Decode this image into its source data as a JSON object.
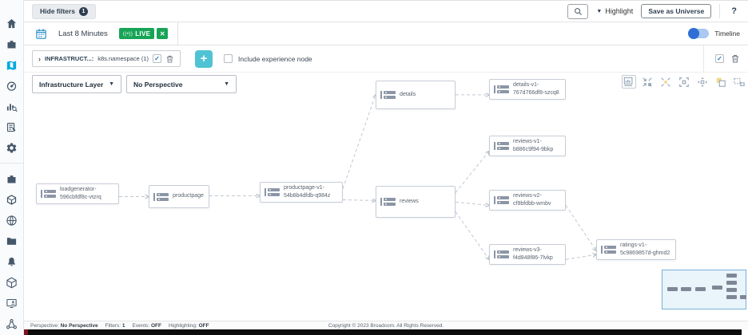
{
  "header": {
    "hide_filters": "Hide filters",
    "filters_badge": "1",
    "highlight": "Highlight",
    "save_as_universe": "Save as Universe",
    "help": "?"
  },
  "timebar": {
    "range": "Last 8 Minutes",
    "live_icon": "((•))",
    "live": "LIVE",
    "live_close": "✕",
    "timeline": "Timeline"
  },
  "filterbar": {
    "chip_expander": "›",
    "chip_label": "INFRASTRUCT...:",
    "chip_value": "k8s.namespace (1)",
    "add": "+",
    "include_experience": "Include experience node"
  },
  "perspective_controls": {
    "layer": "Infrastructure Layer",
    "perspective": "No Perspective",
    "caret": "▼"
  },
  "sidebar": {
    "icons": [
      "home-icon",
      "toolbox-icon",
      "map-icon",
      "gauge-icon",
      "chart-search-icon",
      "report-icon",
      "gear-plus-icon",
      "toolbox-alt-icon",
      "cube-icon",
      "globe-icon",
      "folder-icon",
      "bell-icon",
      "package-icon",
      "console-user-icon",
      "topology-icon"
    ],
    "active_icon": "map-icon"
  },
  "canvas_toolbar": {
    "icons": [
      "overview-chart-icon",
      "collapse-icon",
      "expand-selection-icon",
      "fit-to-screen-icon",
      "pan-icon",
      "layers-icon",
      "minimap-toggle-icon"
    ]
  },
  "graph": {
    "nodes": [
      {
        "line1": "loadgenerator-",
        "line2": "596cbfdf8c-vtzrq"
      },
      {
        "line1": "productpage"
      },
      {
        "line1": "productpage-v1-",
        "line2": "54b8b4dfdb-q984z"
      },
      {
        "line1": "details"
      },
      {
        "line1": "details-v1-",
        "line2": "767d766df8-szcq8"
      },
      {
        "line1": "reviews-v1-",
        "line2": "b886c9f94-9bkp"
      },
      {
        "line1": "reviews"
      },
      {
        "line1": "reviews-v2-",
        "line2": "cf9bfdbb-wmbv"
      },
      {
        "line1": "reviews-v3-",
        "line2": "f4d848f86-7lvkp"
      },
      {
        "line1": "ratings-v1-",
        "line2": "5c9869857d-ghmd2"
      }
    ]
  },
  "statusbar": {
    "items": [
      {
        "label": "Perspective:",
        "value": "No Perspective"
      },
      {
        "label": "Filters:",
        "value": "1"
      },
      {
        "label": "Events:",
        "value": "OFF"
      },
      {
        "label": "Highlighting:",
        "value": "OFF"
      }
    ],
    "copyright": "Copyright © 2023 Broadcom. All Rights Reserved."
  }
}
